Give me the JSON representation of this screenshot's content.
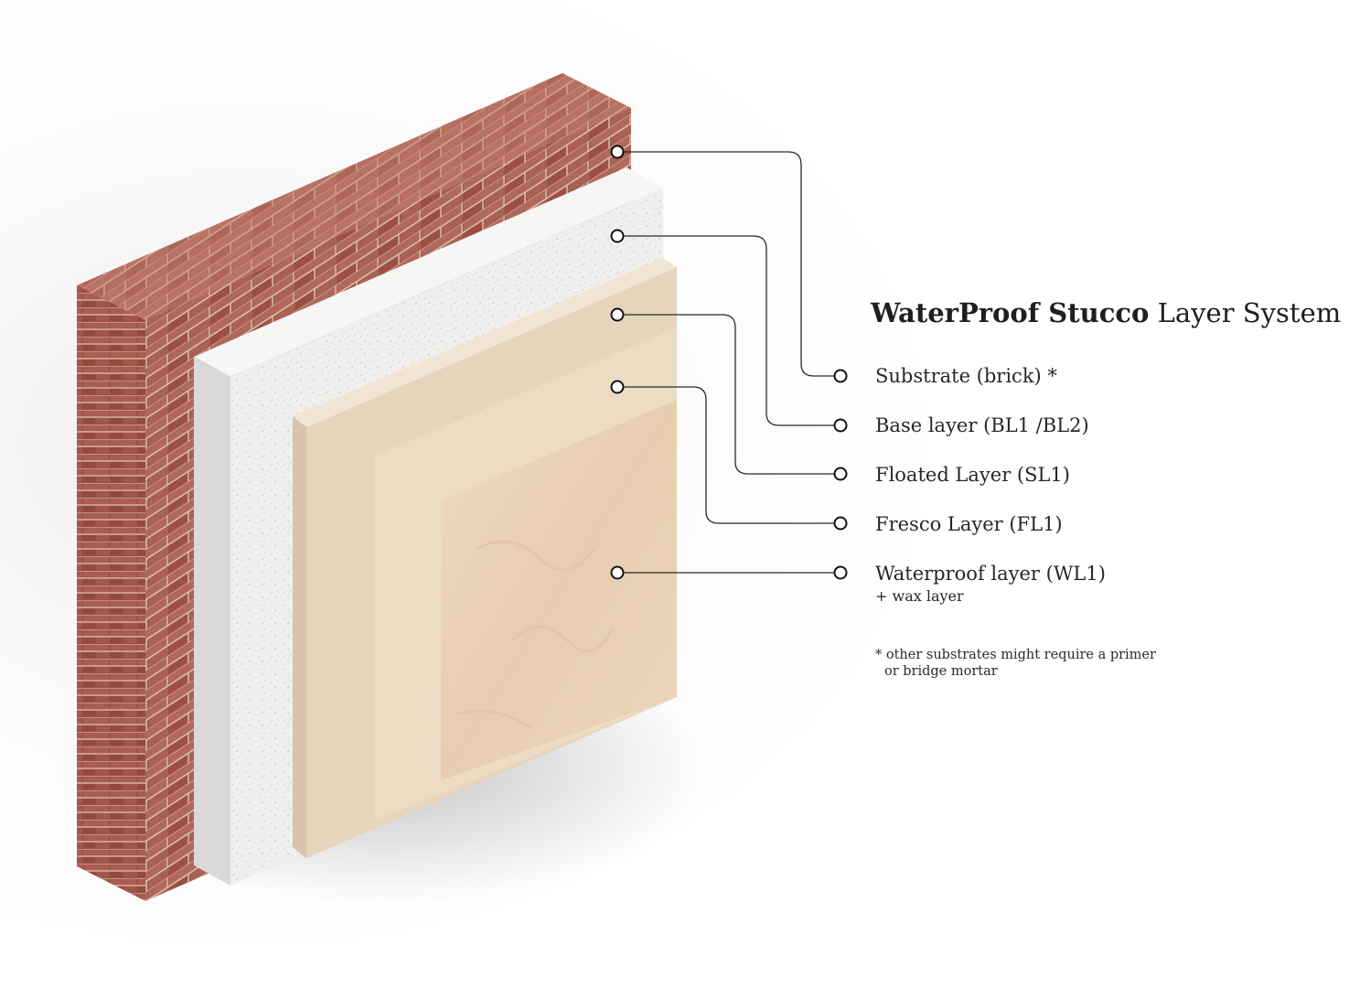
{
  "title": {
    "bold": "WaterProof Stucco",
    "regular": "Layer System"
  },
  "layers": [
    {
      "label": "Substrate (brick) *",
      "color": "#a85a4c"
    },
    {
      "label": "Base layer (BL1 /BL2)",
      "color": "#ececea"
    },
    {
      "label": "Floated Layer (SL1)",
      "color": "#e6d4bd"
    },
    {
      "label": "Fresco Layer (FL1)",
      "color": "#eddcc4"
    },
    {
      "label": "Waterproof layer (WL1)",
      "note": "+ wax layer",
      "color": "#e9d0b3"
    }
  ],
  "footnote": {
    "line1": "* other substrates might require a primer",
    "line2": "or bridge mortar"
  }
}
